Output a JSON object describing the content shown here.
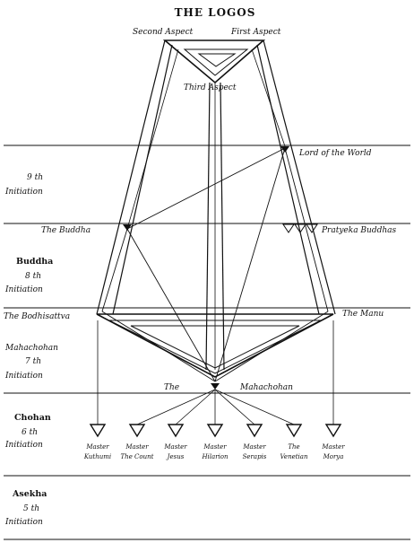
{
  "title": "THE LOGOS",
  "top_labels": {
    "second_aspect": "Second Aspect",
    "first_aspect": "First Aspect",
    "third_aspect": "Third Aspect"
  },
  "figures": {
    "lord_of_the_world": "Lord of the World",
    "the_buddha": "The Buddha",
    "pratyeka_buddhas": "Pratyeka Buddhas",
    "the_bodhisattva": "The Bodhisattva",
    "the_manu": "The Manu",
    "the": "The",
    "mahachohan": "Mahachohan"
  },
  "levels": [
    {
      "name": "",
      "ordinal": "9 th",
      "initiation": "Initiation"
    },
    {
      "name": "Buddha",
      "ordinal": "8 th",
      "initiation": "Initiation"
    },
    {
      "name": "Mahachohan",
      "ordinal": "7 th",
      "initiation": "Initiation"
    },
    {
      "name": "Chohan",
      "ordinal": "6 th",
      "initiation": "Initiation"
    },
    {
      "name": "Asekha",
      "ordinal": "5 th",
      "initiation": "Initiation"
    }
  ],
  "masters": [
    {
      "title": "Master",
      "name": "Kuthumi"
    },
    {
      "title": "Master",
      "name": "The Count"
    },
    {
      "title": "Master",
      "name": "Jesus"
    },
    {
      "title": "Master",
      "name": "Hilarion"
    },
    {
      "title": "Master",
      "name": "Serapis"
    },
    {
      "title": "The",
      "name": "Venetian"
    },
    {
      "title": "Master",
      "name": "Morya"
    }
  ]
}
